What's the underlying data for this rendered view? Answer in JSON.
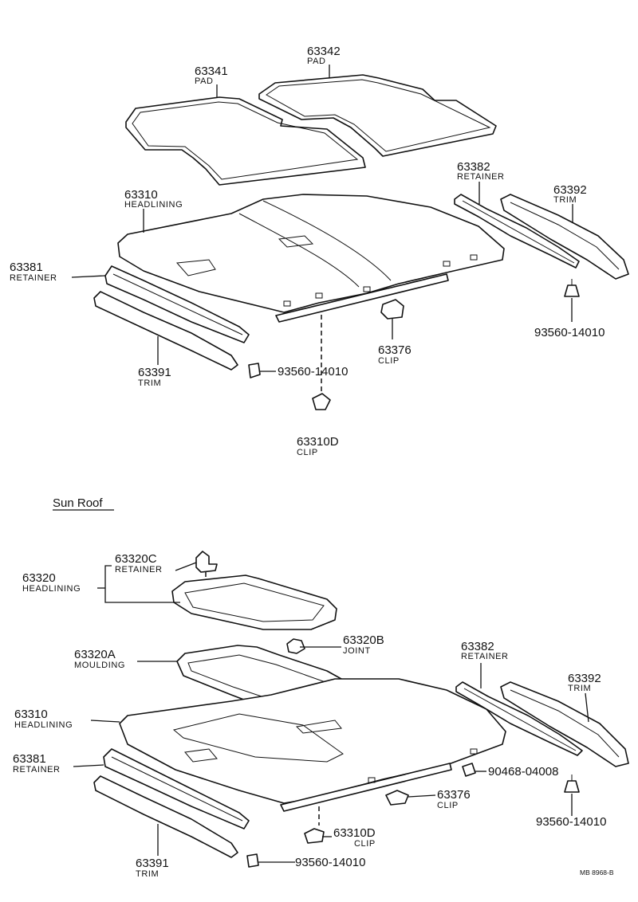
{
  "top": {
    "pad_63341": {
      "num": "63341",
      "name": "PAD"
    },
    "pad_63342": {
      "num": "63342",
      "name": "PAD"
    },
    "headlining": {
      "num": "63310",
      "name": "HEADLINING"
    },
    "retainer_63381": {
      "num": "63381",
      "name": "RETAINER"
    },
    "retainer_63382": {
      "num": "63382",
      "name": "RETAINER"
    },
    "trim_63392": {
      "num": "63392",
      "name": "TRIM"
    },
    "trim_63391": {
      "num": "63391",
      "name": "TRIM"
    },
    "screw_left": {
      "num": "93560-14010"
    },
    "screw_right": {
      "num": "93560-14010"
    },
    "clip_63376": {
      "num": "63376",
      "name": "CLIP"
    },
    "clip_63310d": {
      "num": "63310D",
      "name": "CLIP"
    }
  },
  "section_title": "Sun Roof",
  "bottom": {
    "headlining_assy": {
      "num": "63320",
      "name": "HEADLINING"
    },
    "retainer_63320c": {
      "num": "63320C",
      "name": "RETAINER"
    },
    "moulding_63320a": {
      "num": "63320A",
      "name": "MOULDING"
    },
    "joint_63320b": {
      "num": "63320B",
      "name": "JOINT"
    },
    "headlining": {
      "num": "63310",
      "name": "HEADLINING"
    },
    "retainer_63381": {
      "num": "63381",
      "name": "RETAINER"
    },
    "retainer_63382": {
      "num": "63382",
      "name": "RETAINER"
    },
    "trim_63392": {
      "num": "63392",
      "name": "TRIM"
    },
    "trim_63391": {
      "num": "63391",
      "name": "TRIM"
    },
    "clip_63376": {
      "num": "63376",
      "name": "CLIP"
    },
    "clip_63310d": {
      "num": "63310D",
      "name": "CLIP"
    },
    "screw_90468": {
      "num": "90468-04008"
    },
    "screw_right": {
      "num": "93560-14010"
    },
    "screw_left": {
      "num": "93560-14010"
    }
  },
  "footer_code": "MB 8968-B"
}
